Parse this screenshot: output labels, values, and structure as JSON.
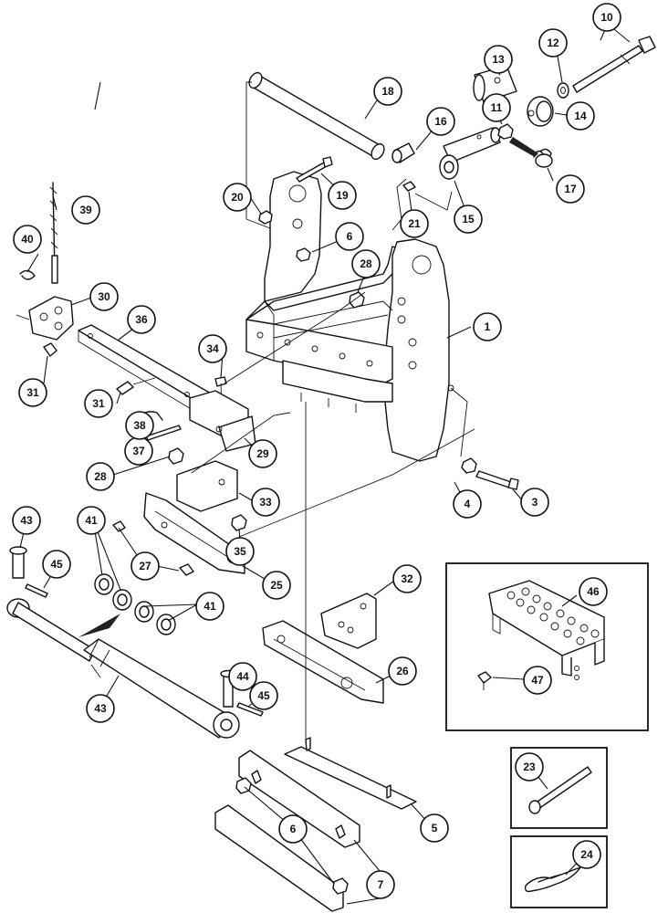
{
  "callouts": [
    {
      "id": "c1",
      "label": "1"
    },
    {
      "id": "c3",
      "label": "3"
    },
    {
      "id": "c4",
      "label": "4"
    },
    {
      "id": "c5",
      "label": "5"
    },
    {
      "id": "c6a",
      "label": "6"
    },
    {
      "id": "c6b",
      "label": "6"
    },
    {
      "id": "c7",
      "label": "7"
    },
    {
      "id": "c10",
      "label": "10"
    },
    {
      "id": "c11",
      "label": "11"
    },
    {
      "id": "c12",
      "label": "12"
    },
    {
      "id": "c13",
      "label": "13"
    },
    {
      "id": "c14",
      "label": "14"
    },
    {
      "id": "c15",
      "label": "15"
    },
    {
      "id": "c16",
      "label": "16"
    },
    {
      "id": "c17",
      "label": "17"
    },
    {
      "id": "c18",
      "label": "18"
    },
    {
      "id": "c19",
      "label": "19"
    },
    {
      "id": "c20",
      "label": "20"
    },
    {
      "id": "c21",
      "label": "21"
    },
    {
      "id": "c23",
      "label": "23"
    },
    {
      "id": "c24",
      "label": "24"
    },
    {
      "id": "c25",
      "label": "25"
    },
    {
      "id": "c26",
      "label": "26"
    },
    {
      "id": "c27",
      "label": "27"
    },
    {
      "id": "c28a",
      "label": "28"
    },
    {
      "id": "c28b",
      "label": "28"
    },
    {
      "id": "c29",
      "label": "29"
    },
    {
      "id": "c30",
      "label": "30"
    },
    {
      "id": "c31a",
      "label": "31"
    },
    {
      "id": "c31b",
      "label": "31"
    },
    {
      "id": "c32",
      "label": "32"
    },
    {
      "id": "c33",
      "label": "33"
    },
    {
      "id": "c34",
      "label": "34"
    },
    {
      "id": "c35",
      "label": "35"
    },
    {
      "id": "c36",
      "label": "36"
    },
    {
      "id": "c37",
      "label": "37"
    },
    {
      "id": "c38",
      "label": "38"
    },
    {
      "id": "c39",
      "label": "39"
    },
    {
      "id": "c40",
      "label": "40"
    },
    {
      "id": "c41a",
      "label": "41"
    },
    {
      "id": "c41b",
      "label": "41"
    },
    {
      "id": "c43a",
      "label": "43"
    },
    {
      "id": "c43b",
      "label": "43"
    },
    {
      "id": "c44",
      "label": "44"
    },
    {
      "id": "c45a",
      "label": "45"
    },
    {
      "id": "c45b",
      "label": "45"
    },
    {
      "id": "c46",
      "label": "46"
    },
    {
      "id": "c47",
      "label": "47"
    }
  ]
}
